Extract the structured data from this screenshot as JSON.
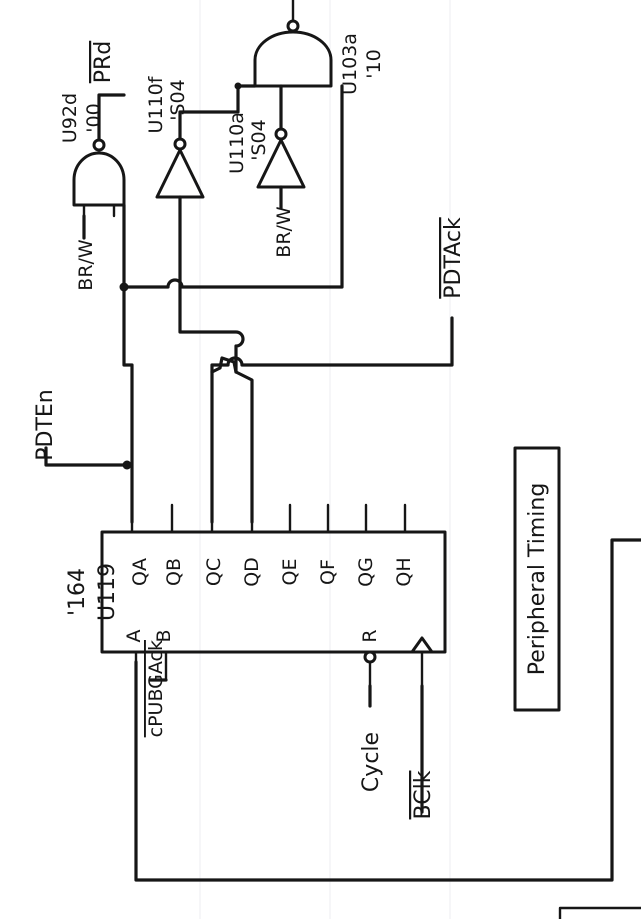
{
  "colors": {
    "ink": "#161616",
    "paper": "#ffffff",
    "rule": "#eceef0"
  },
  "chip_u119": {
    "part": "'164",
    "ref": "U119",
    "inputs": [
      "A",
      "B"
    ],
    "clear": "R",
    "outputs": [
      "QA",
      "QB",
      "QC",
      "QD",
      "QE",
      "QF",
      "QG",
      "QH"
    ]
  },
  "gate_u92d": {
    "ref": "U92d",
    "part": "'00"
  },
  "gate_u110f": {
    "ref": "U110f",
    "part": "'S04"
  },
  "gate_u110a": {
    "ref": "U110a",
    "part": "'S04"
  },
  "gate_u103a": {
    "ref": "U103a",
    "part": "'10"
  },
  "signals": {
    "prd": "PRd",
    "brw_1": "BR/W",
    "brw_2": "BR/W",
    "pdten": "PDTEn",
    "pdtack": "PDTAck",
    "cpubgack": "cPUBGAck",
    "cycle": "Cycle",
    "bclk": "BClk"
  },
  "title": "Peripheral Timing"
}
